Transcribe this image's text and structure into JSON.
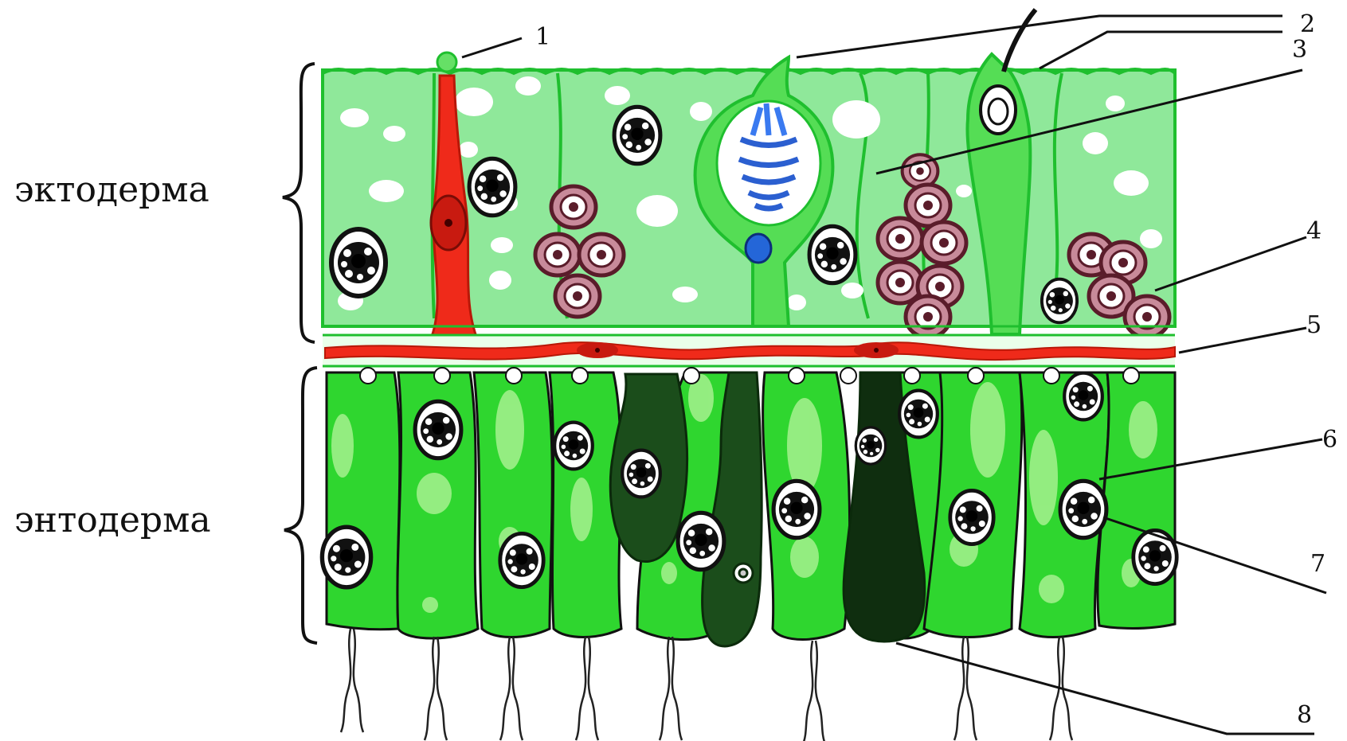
{
  "layers": {
    "ectoderm": "эктодерма",
    "endoderm": "энтодерма"
  },
  "markers": [
    "1",
    "2",
    "3",
    "4",
    "5",
    "6",
    "7",
    "8"
  ],
  "colors": {
    "ecto_cell": "#8fe89a",
    "ecto_border": "#1fbf2e",
    "endo_cell": "#2fd62f",
    "endo_inner": "#9ff08a",
    "gland_dark": "#1b4d1b",
    "nerve_red": "#ef2a1a",
    "nucleus": "#111111",
    "cnidocyte": "#2b6fe0",
    "reserve_cell": "#7a2c3a"
  }
}
